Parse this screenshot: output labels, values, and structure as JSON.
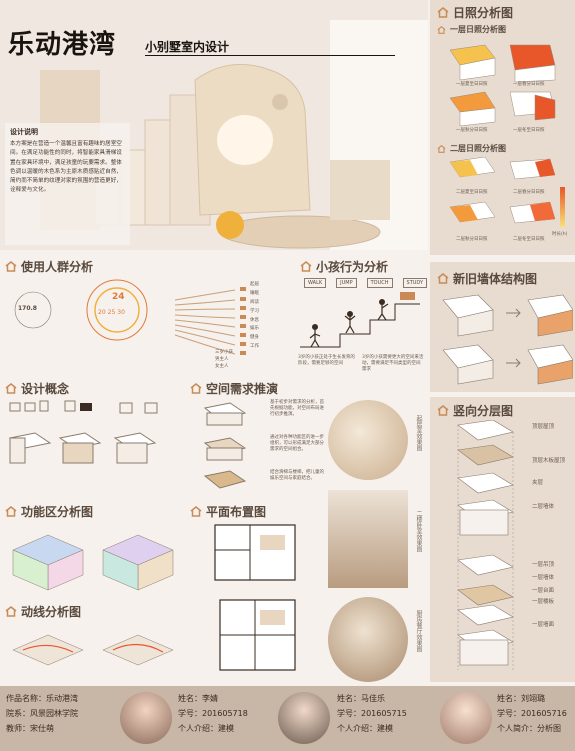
{
  "title": {
    "main": "乐动港湾",
    "sub": "小别墅室内设计"
  },
  "intro": {
    "heading": "设计说明",
    "text": "本方案是在营造一个温馨且富有趣味的居室空间。在满足功能性的同时，将智能家具滑梯设置在家具环境中，满足孩童的玩要需求。整体色调以温暖的木色系为主原木质感贴近自然，简约而不简单的纹理对家的氛围的营造更好，诠释爱与文化。"
  },
  "sections": {
    "sunlight": "日照分析图",
    "floor1_sun": "一层日照分析图",
    "floor2_sun": "二层日照分析图",
    "users": "使用人群分析",
    "child": "小孩行为分析",
    "wall": "新旧墙体结构图",
    "concept": "设计概念",
    "space": "空间需求推演",
    "vertical": "竖向分层图",
    "function": "功能区分析图",
    "plan": "平面布置图",
    "flow": "动线分析图"
  },
  "sun_labels": {
    "f1": [
      "一层夏至日日照",
      "一层春分日日照",
      "一层秋分日日照",
      "一层冬至日日照"
    ],
    "f2": [
      "二层夏至日日照",
      "二层春分日日照",
      "二层秋分日日照",
      "二层冬至日日照"
    ],
    "scale": "时长(h)"
  },
  "users": {
    "height": "170.8",
    "ages": [
      "24",
      "20",
      "25",
      "30"
    ],
    "legend": [
      "起居",
      "睡眠",
      "阅读",
      "学习",
      "休息",
      "娱乐",
      "健身",
      "工作"
    ],
    "bottom": [
      "三岁小孩",
      "男主人",
      "女主人"
    ]
  },
  "child": {
    "actions": [
      "WALK",
      "JUMP",
      "TOUCH",
      "STUDY"
    ],
    "caption1": "3岁的小孩正处于生长发育的阶段，需要足够的空间",
    "caption2": "3岁的小孩需要更大的空间来活动，需要满足不同类型的空间需求"
  },
  "space_texts": [
    "基于初步对需求的分析，首先根据功能，对空间布局进行初步推演。",
    "通过对各种功能区的进一步组织，可以形成满足大部分需求的空间组合。",
    "结合滑梯与楼梯，把儿童的娱乐空间与家庭结合。"
  ],
  "render_labels": [
    "起居室效果图",
    "二楼卧室效果图",
    "厨房餐厅效果图"
  ],
  "vertical_labels": [
    "顶层屋顶",
    "顶层木板屋顶",
    "夹层",
    "二层墙体",
    "一层吊顶",
    "一层墙体",
    "一层台面",
    "一层楼板",
    "一层墙面"
  ],
  "footer": {
    "work_label": "作品名称：",
    "work": "乐动港湾",
    "school_label": "院系：",
    "school": "风景园林学院",
    "teacher_label": "教师：",
    "teacher": "宋仕萌",
    "people": [
      {
        "name_label": "姓名：",
        "name": "李婧",
        "id_label": "学号：",
        "id": "201605718",
        "role_label": "个人介绍：",
        "role": "建模"
      },
      {
        "name_label": "姓名：",
        "name": "马佳乐",
        "id_label": "学号：",
        "id": "201605715",
        "role_label": "个人介绍：",
        "role": "建模"
      },
      {
        "name_label": "姓名：",
        "name": "刘翊璐",
        "id_label": "学号：",
        "id": "201605716",
        "role_label": "个人简介：",
        "role": "分析图"
      }
    ]
  },
  "colors": {
    "accent": "#c98a55",
    "panel": "#e8dcd0",
    "footer": "#c8b6a6",
    "text": "#5a4a3e",
    "hot": "#e8572a",
    "warm": "#f4c24d"
  }
}
